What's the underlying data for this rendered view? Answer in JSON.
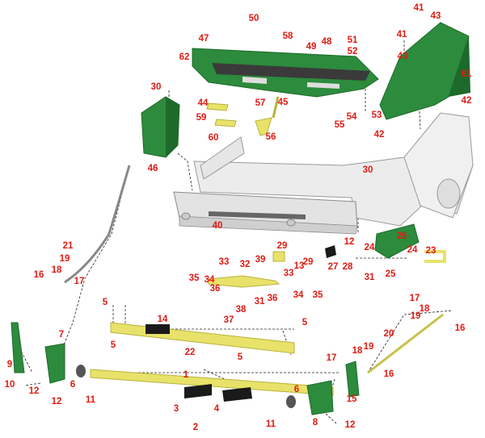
{
  "colors": {
    "green": "#2c8b3c",
    "green_dark": "#1d6a2b",
    "yellow": "#e8e26a",
    "yellow_dark": "#b8b23c",
    "frame": "#d8d8d8",
    "label": "#e01b14"
  },
  "callouts": [
    "1",
    "2",
    "3",
    "4",
    "5",
    "5",
    "5",
    "5",
    "6",
    "6",
    "7",
    "8",
    "9",
    "10",
    "11",
    "11",
    "12",
    "12",
    "12",
    "12",
    "13",
    "14",
    "15",
    "16",
    "16",
    "16",
    "17",
    "17",
    "17",
    "18",
    "18",
    "18",
    "19",
    "19",
    "19",
    "20",
    "21",
    "22",
    "23",
    "24",
    "24",
    "25",
    "26",
    "27",
    "28",
    "29",
    "29",
    "30",
    "30",
    "31",
    "31",
    "32",
    "33",
    "33",
    "34",
    "34",
    "35",
    "35",
    "36",
    "36",
    "37",
    "38",
    "39",
    "40",
    "41",
    "41",
    "42",
    "42",
    "43",
    "43",
    "44",
    "45",
    "46",
    "47",
    "48",
    "49",
    "50",
    "51",
    "52",
    "53",
    "54",
    "55",
    "56",
    "57",
    "58",
    "59",
    "60",
    "61",
    "62"
  ]
}
